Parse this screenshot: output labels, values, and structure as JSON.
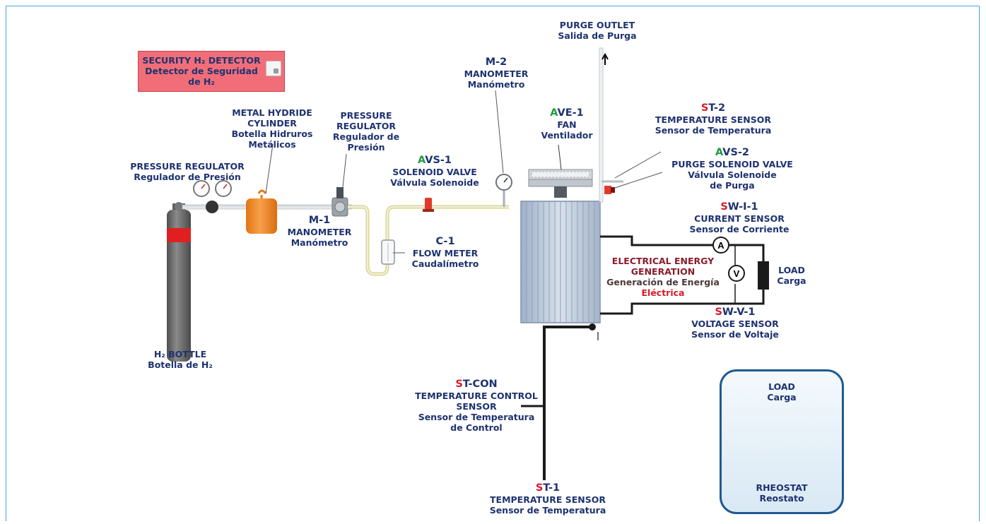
{
  "colors": {
    "frame": "#4aa3df",
    "label_blue": "#1e3270",
    "code_red": "#d51c2a",
    "code_green": "#1f9a3c",
    "security_box": "#f16e78",
    "cylinder": "#f58a1f",
    "bottle": "#6e6e6e",
    "bottle_band": "#e02020",
    "cell": "#b9c7da",
    "panel_border": "#1f5a91"
  },
  "security": {
    "line1": "SECURITY H₂ DETECTOR",
    "line2": "Detector de Seguridad",
    "line3": "de H₂"
  },
  "pressure_regulator": {
    "en": "PRESSURE REGULATOR",
    "es": "Regulador de Presión"
  },
  "metal_hydride": {
    "en1": "METAL HYDRIDE",
    "en2": "CYLINDER",
    "es1": "Botella Hidruros",
    "es2": "Metálicos"
  },
  "pressure_regulator2": {
    "en1": "PRESSURE",
    "en2": "REGULATOR",
    "es1": "Regulador de",
    "es2": "Presión"
  },
  "avs1": {
    "pre": "A",
    "code": "VS-1",
    "en": "SOLENOID VALVE",
    "es": "Válvula Solenoide"
  },
  "m2": {
    "code": "M-2",
    "en": "MANOMETER",
    "es": "Manómetro"
  },
  "purge": {
    "en": "PURGE OUTLET",
    "es": "Salida de Purga"
  },
  "ave1": {
    "pre": "A",
    "code": "VE-1",
    "en": "FAN",
    "es": "Ventilador"
  },
  "st2": {
    "pre": "S",
    "code": "T-2",
    "en": "TEMPERATURE SENSOR",
    "es": "Sensor de Temperatura"
  },
  "avs2": {
    "pre": "A",
    "code": "VS-2",
    "en": "PURGE SOLENOID VALVE",
    "es1": "Válvula Solenoide",
    "es2": "de Purga"
  },
  "swi1": {
    "pre": "S",
    "code": "W-I-1",
    "en": "CURRENT SENSOR",
    "es": "Sensor de Corriente"
  },
  "m1": {
    "code": "M-1",
    "en": "MANOMETER",
    "es": "Manómetro"
  },
  "c1": {
    "code": "C-1",
    "en": "FLOW METER",
    "es": "Caudalímetro"
  },
  "generation": {
    "en1": "ELECTRICAL ENERGY",
    "en2": "GENERATION",
    "es1": "Generación de Energía",
    "es2": "Eléctrica"
  },
  "load": {
    "en": "LOAD",
    "es": "Carga"
  },
  "swv1": {
    "pre": "S",
    "code": "W-V-1",
    "en": "VOLTAGE SENSOR",
    "es": "Sensor de Voltaje"
  },
  "h2_bottle": {
    "en": "H₂ BOTTLE",
    "es": "Botella de H₂"
  },
  "stcon": {
    "pre": "S",
    "code": "T-CON",
    "en1": "TEMPERATURE CONTROL",
    "en2": "SENSOR",
    "es1": "Sensor de Temperatura",
    "es2": "de Control"
  },
  "st1": {
    "pre": "S",
    "code": "T-1",
    "en": "TEMPERATURE SENSOR",
    "es": "Sensor de Temperatura"
  },
  "load_panel": {
    "title_en": "LOAD",
    "title_es": "Carga",
    "bottom_en": "RHEOSTAT",
    "bottom_es": "Reostato"
  },
  "meters": {
    "ammeter": "A",
    "voltmeter": "V"
  }
}
